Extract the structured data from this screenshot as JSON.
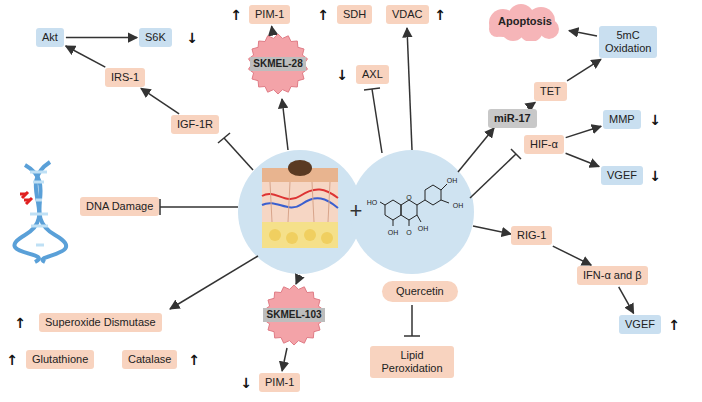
{
  "diagram": {
    "nodes": [
      {
        "text": [
          "Akt"
        ]
      },
      {
        "text": [
          "S6K"
        ]
      },
      {
        "text": [
          "PIM-1"
        ]
      },
      {
        "text": [
          "SDH"
        ]
      },
      {
        "text": [
          "VDAC"
        ]
      },
      {
        "text": [
          "Apoptosis"
        ]
      },
      {
        "text": [
          "5mC Oxidation"
        ]
      },
      {
        "text": [
          "SKMEL-28"
        ]
      },
      {
        "text": [
          "AXL"
        ]
      },
      {
        "text": [
          "IRS-1"
        ]
      },
      {
        "text": [
          "TET"
        ]
      },
      {
        "text": [
          "miR-17"
        ]
      },
      {
        "text": [
          "IGF-1R"
        ]
      },
      {
        "text": [
          "MMP"
        ]
      },
      {
        "text": [
          "HIF-α"
        ]
      },
      {
        "text": [
          "VGEF"
        ]
      },
      {
        "text": [
          "DNA Damage"
        ]
      },
      {
        "text": [
          "RIG-1"
        ]
      },
      {
        "text": [
          "IFN-α and β"
        ]
      },
      {
        "text": [
          "Quercetin"
        ]
      },
      {
        "text": [
          "SKMEL-103"
        ]
      },
      {
        "text": [
          "Superoxide Dismutase"
        ]
      },
      {
        "text": [
          "VGEF"
        ]
      },
      {
        "text": [
          "Glutathione"
        ]
      },
      {
        "text": [
          "Catalase"
        ]
      },
      {
        "text": [
          "Lipid Peroxidation"
        ]
      },
      {
        "text": [
          "PIM-1"
        ]
      }
    ],
    "edges": [
      {
        "from": 7,
        "to": 2,
        "arrow": "to"
      },
      {
        "from": 20,
        "to": 26,
        "arrow": "to"
      },
      {
        "from": 12,
        "to": 9,
        "arrow": "to"
      },
      {
        "from": 9,
        "to": 0,
        "arrow": "to"
      },
      {
        "from": 0,
        "to": 1,
        "arrow": "to"
      },
      {
        "from": 11,
        "to": 10,
        "arrow": "to"
      },
      {
        "from": 10,
        "to": 6,
        "arrow": "to"
      },
      {
        "from": 6,
        "to": 5,
        "arrow": "to"
      },
      {
        "from": 14,
        "to": 13,
        "arrow": "to"
      },
      {
        "from": 14,
        "to": 15,
        "arrow": "to"
      },
      {
        "from": 17,
        "to": 18,
        "arrow": "to"
      },
      {
        "from": 18,
        "to": 22,
        "arrow": "to"
      }
    ],
    "labels": [
      "↓",
      "↑",
      "↑",
      "↑",
      "↓",
      "↓",
      "↓",
      "↑",
      "↑",
      "↑",
      "↑",
      "↓",
      "+",
      "HO",
      "OH",
      "OH",
      "O",
      "OH",
      "OH",
      "O"
    ]
  }
}
